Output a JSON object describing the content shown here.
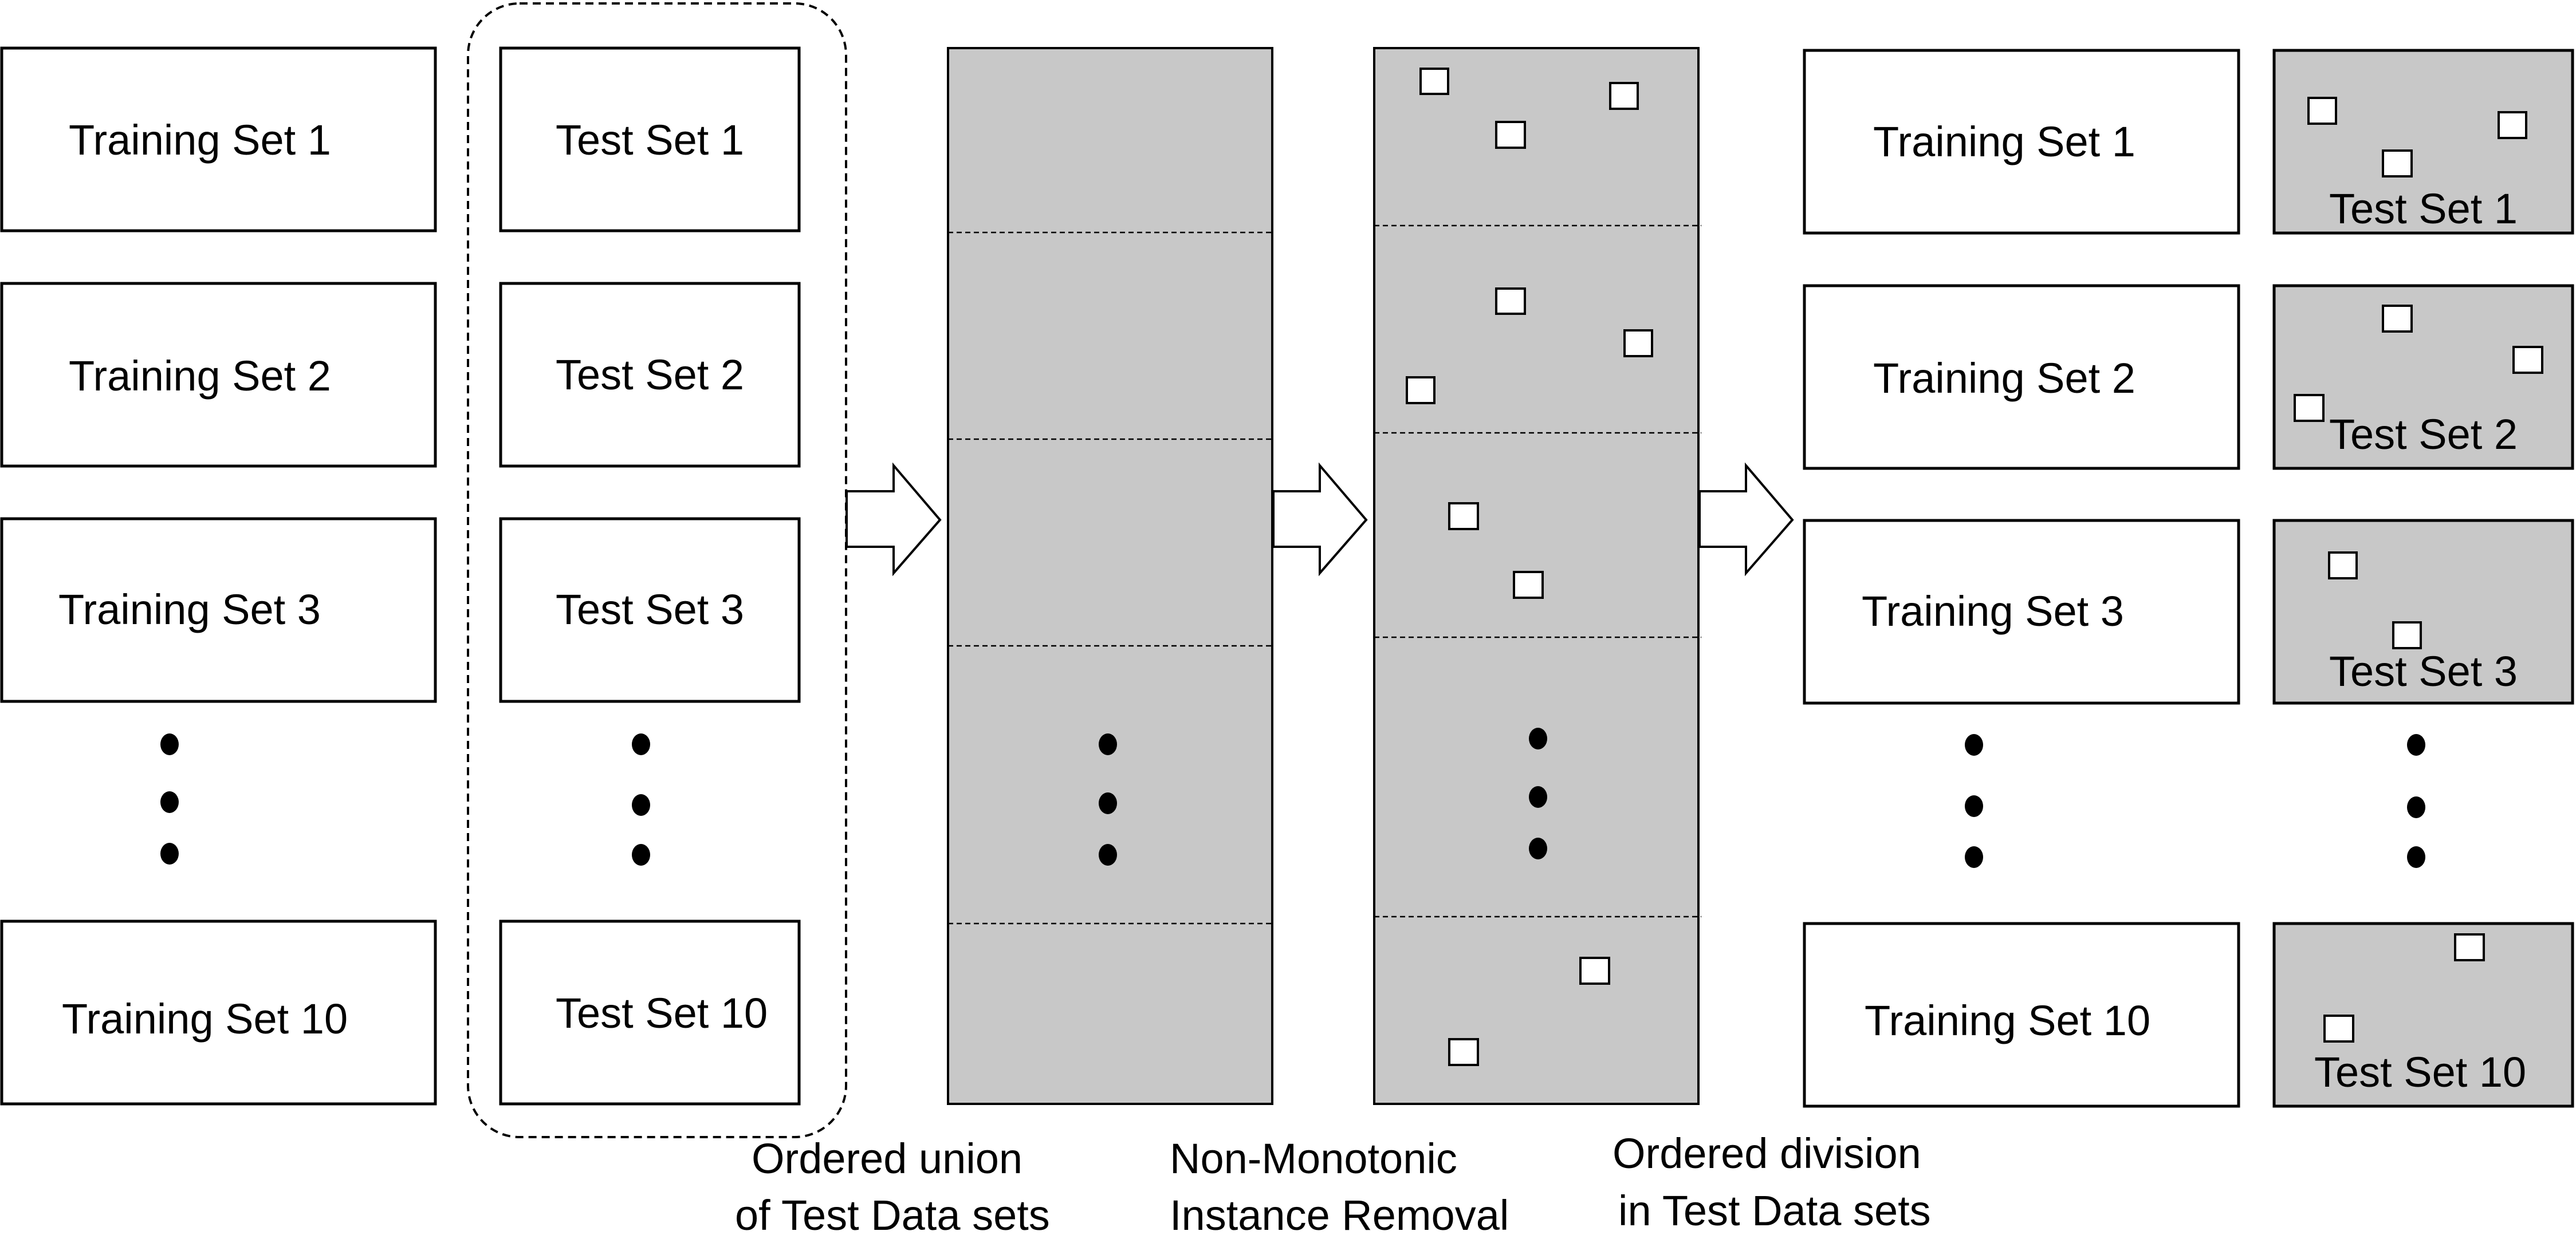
{
  "column1": {
    "labels": [
      "Training Set 1",
      "Training Set 2",
      "Training Set 3",
      "Training Set 10"
    ]
  },
  "column2": {
    "labels": [
      "Test Set 1",
      "Test Set 2",
      "Test Set 3",
      "Test Set 10"
    ]
  },
  "column5": {
    "labels": [
      "Training Set 1",
      "Training Set 2",
      "Training Set 3",
      "Training Set 10"
    ]
  },
  "column6": {
    "labels": [
      "Test Set 1",
      "Test Set 2",
      "Test Set 3",
      "Test Set 10"
    ]
  },
  "captions": {
    "union": [
      "Ordered union",
      "of Test Data sets"
    ],
    "removal": [
      "Non-Monotonic",
      "Instance Removal"
    ],
    "division": [
      "Ordered division",
      "in Test Data sets"
    ]
  },
  "colors": {
    "gray_fill": "#c8c8c8",
    "stroke": "#000000",
    "background": "#ffffff"
  }
}
